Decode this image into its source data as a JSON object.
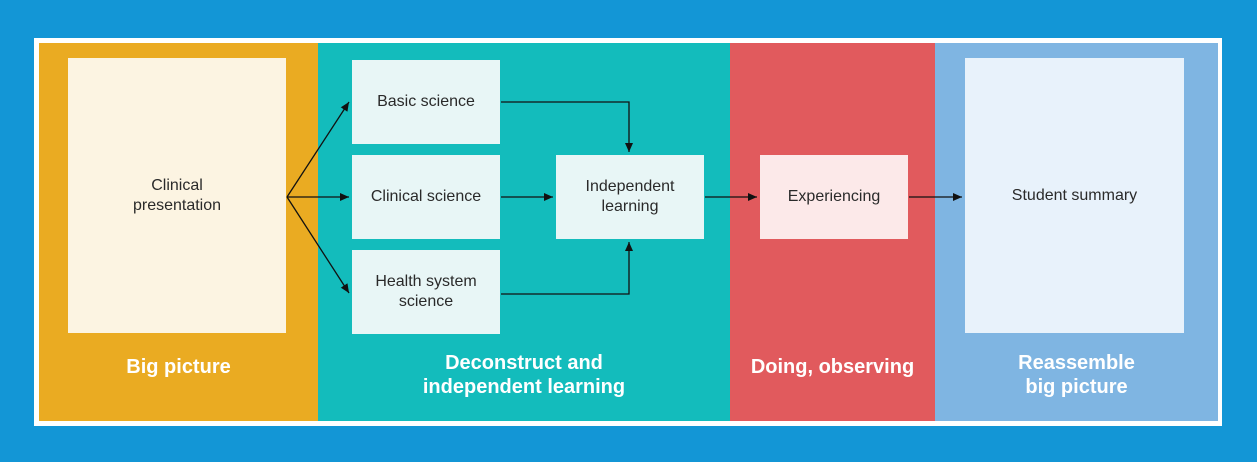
{
  "boxes": {
    "clinical_presentation": "Clinical presentation",
    "basic_science": "Basic science",
    "clinical_science": "Clinical science",
    "health_system_science": "Health system science",
    "independent_learning": "Independent learning",
    "experiencing": "Experiencing",
    "student_summary": "Student summary"
  },
  "captions": {
    "big_picture": "Big picture",
    "deconstruct_line1": "Deconstruct and",
    "deconstruct_line2": "independent learning",
    "doing_observing": "Doing, observing",
    "reassemble_line1": "Reassemble",
    "reassemble_line2": "big picture"
  },
  "colors": {
    "outer_background": "#1396d6",
    "big_picture_panel": "#eaab22",
    "deconstruct_panel": "#13bcbc",
    "doing_panel": "#e15a5d",
    "reassemble_panel": "#7fb5e2"
  }
}
